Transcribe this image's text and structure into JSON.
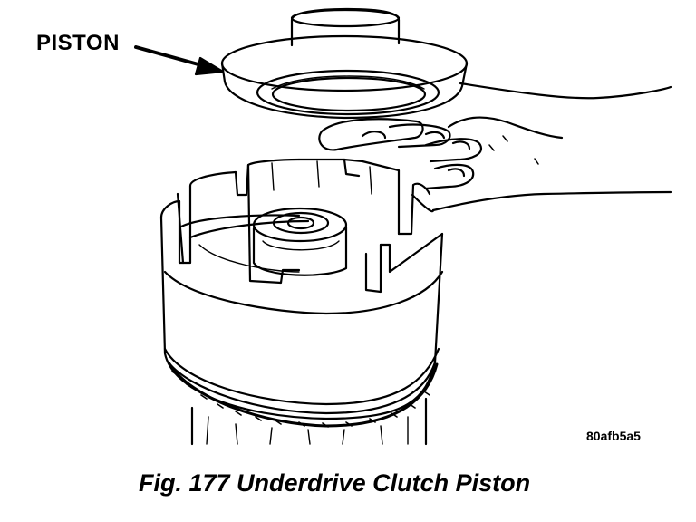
{
  "callout": {
    "label": "PISTON"
  },
  "figure": {
    "code": "80afb5a5",
    "caption": "Fig. 177 Underdrive Clutch Piston"
  },
  "colors": {
    "ink": "#000000",
    "paper": "#ffffff"
  },
  "icons": [
    "arrow-pointer",
    "hand-illustration",
    "piston-illustration",
    "clutch-retainer-illustration"
  ]
}
